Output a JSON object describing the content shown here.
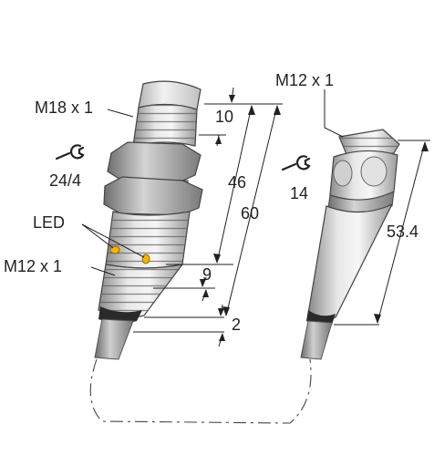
{
  "sensor": {
    "thread_label": "M18 x 1",
    "wrench_label": "24/4",
    "led_label": "LED",
    "connector_thread_label": "M12 x 1"
  },
  "dimensions": {
    "d10": "10",
    "d46": "46",
    "d60": "60",
    "d9": "9",
    "d2": "2"
  },
  "connector": {
    "thread_label": "M12 x 1",
    "wrench_label": "14",
    "length_label": "53.4"
  },
  "colors": {
    "led": "#f2b400",
    "line": "#222222"
  }
}
